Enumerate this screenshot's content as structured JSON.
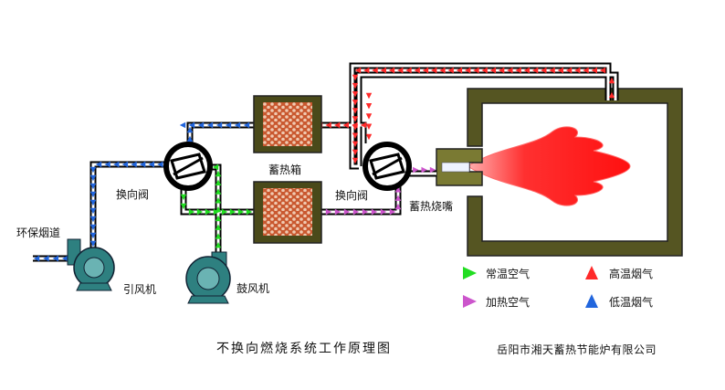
{
  "labels": {
    "env_chimney": "环保烟道",
    "induced_fan": "引风机",
    "blower": "鼓风机",
    "reversing_valve_left": "换向阀",
    "reversing_valve_right": "换向阀",
    "regenerator_box": "蓄热箱",
    "regen_burner": "蓄热烧嘴"
  },
  "legend": [
    {
      "label": "常温空气",
      "color": "#22dd22"
    },
    {
      "label": "高温烟气",
      "color": "#ff2a2a"
    },
    {
      "label": "加热空气",
      "color": "#cc55cc"
    },
    {
      "label": "低温烟气",
      "color": "#2266dd"
    }
  ],
  "footer": {
    "title": "不换向燃烧系统工作原理图",
    "company": "岳阳市湘天蓄热节能炉有限公司"
  },
  "colors": {
    "furnace_wall": "#555522",
    "regenerator_fill": "#c0502a",
    "flame": "#ff2020",
    "machine": "#2e8080"
  },
  "icons": [
    "flame-icon",
    "fan-icon",
    "valve-icon",
    "regenerator-icon",
    "burner-icon"
  ]
}
